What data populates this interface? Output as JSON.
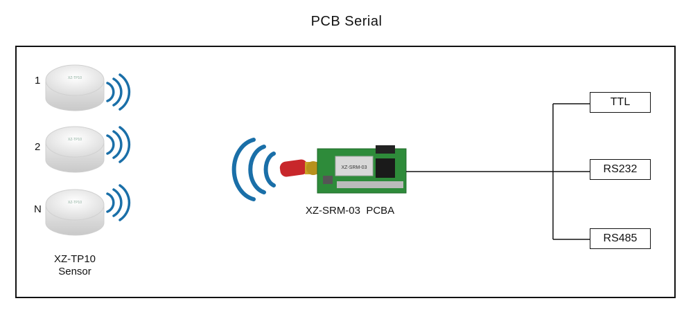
{
  "title": "PCB Serial",
  "sensors": [
    {
      "label": "1"
    },
    {
      "label": "2"
    },
    {
      "label": "N"
    }
  ],
  "sensor_caption": {
    "line1": "XZ-TP10",
    "line2": "Sensor"
  },
  "module_caption": "XZ-SRM-03  PCBA",
  "module_chip_text": "XZ-SRM-03",
  "interfaces": [
    "TTL",
    "RS232",
    "RS485"
  ],
  "colors": {
    "signal": "#1a6fa8",
    "pcb": "#2e8b3a",
    "antenna": "#c8272b",
    "line": "#111111"
  }
}
